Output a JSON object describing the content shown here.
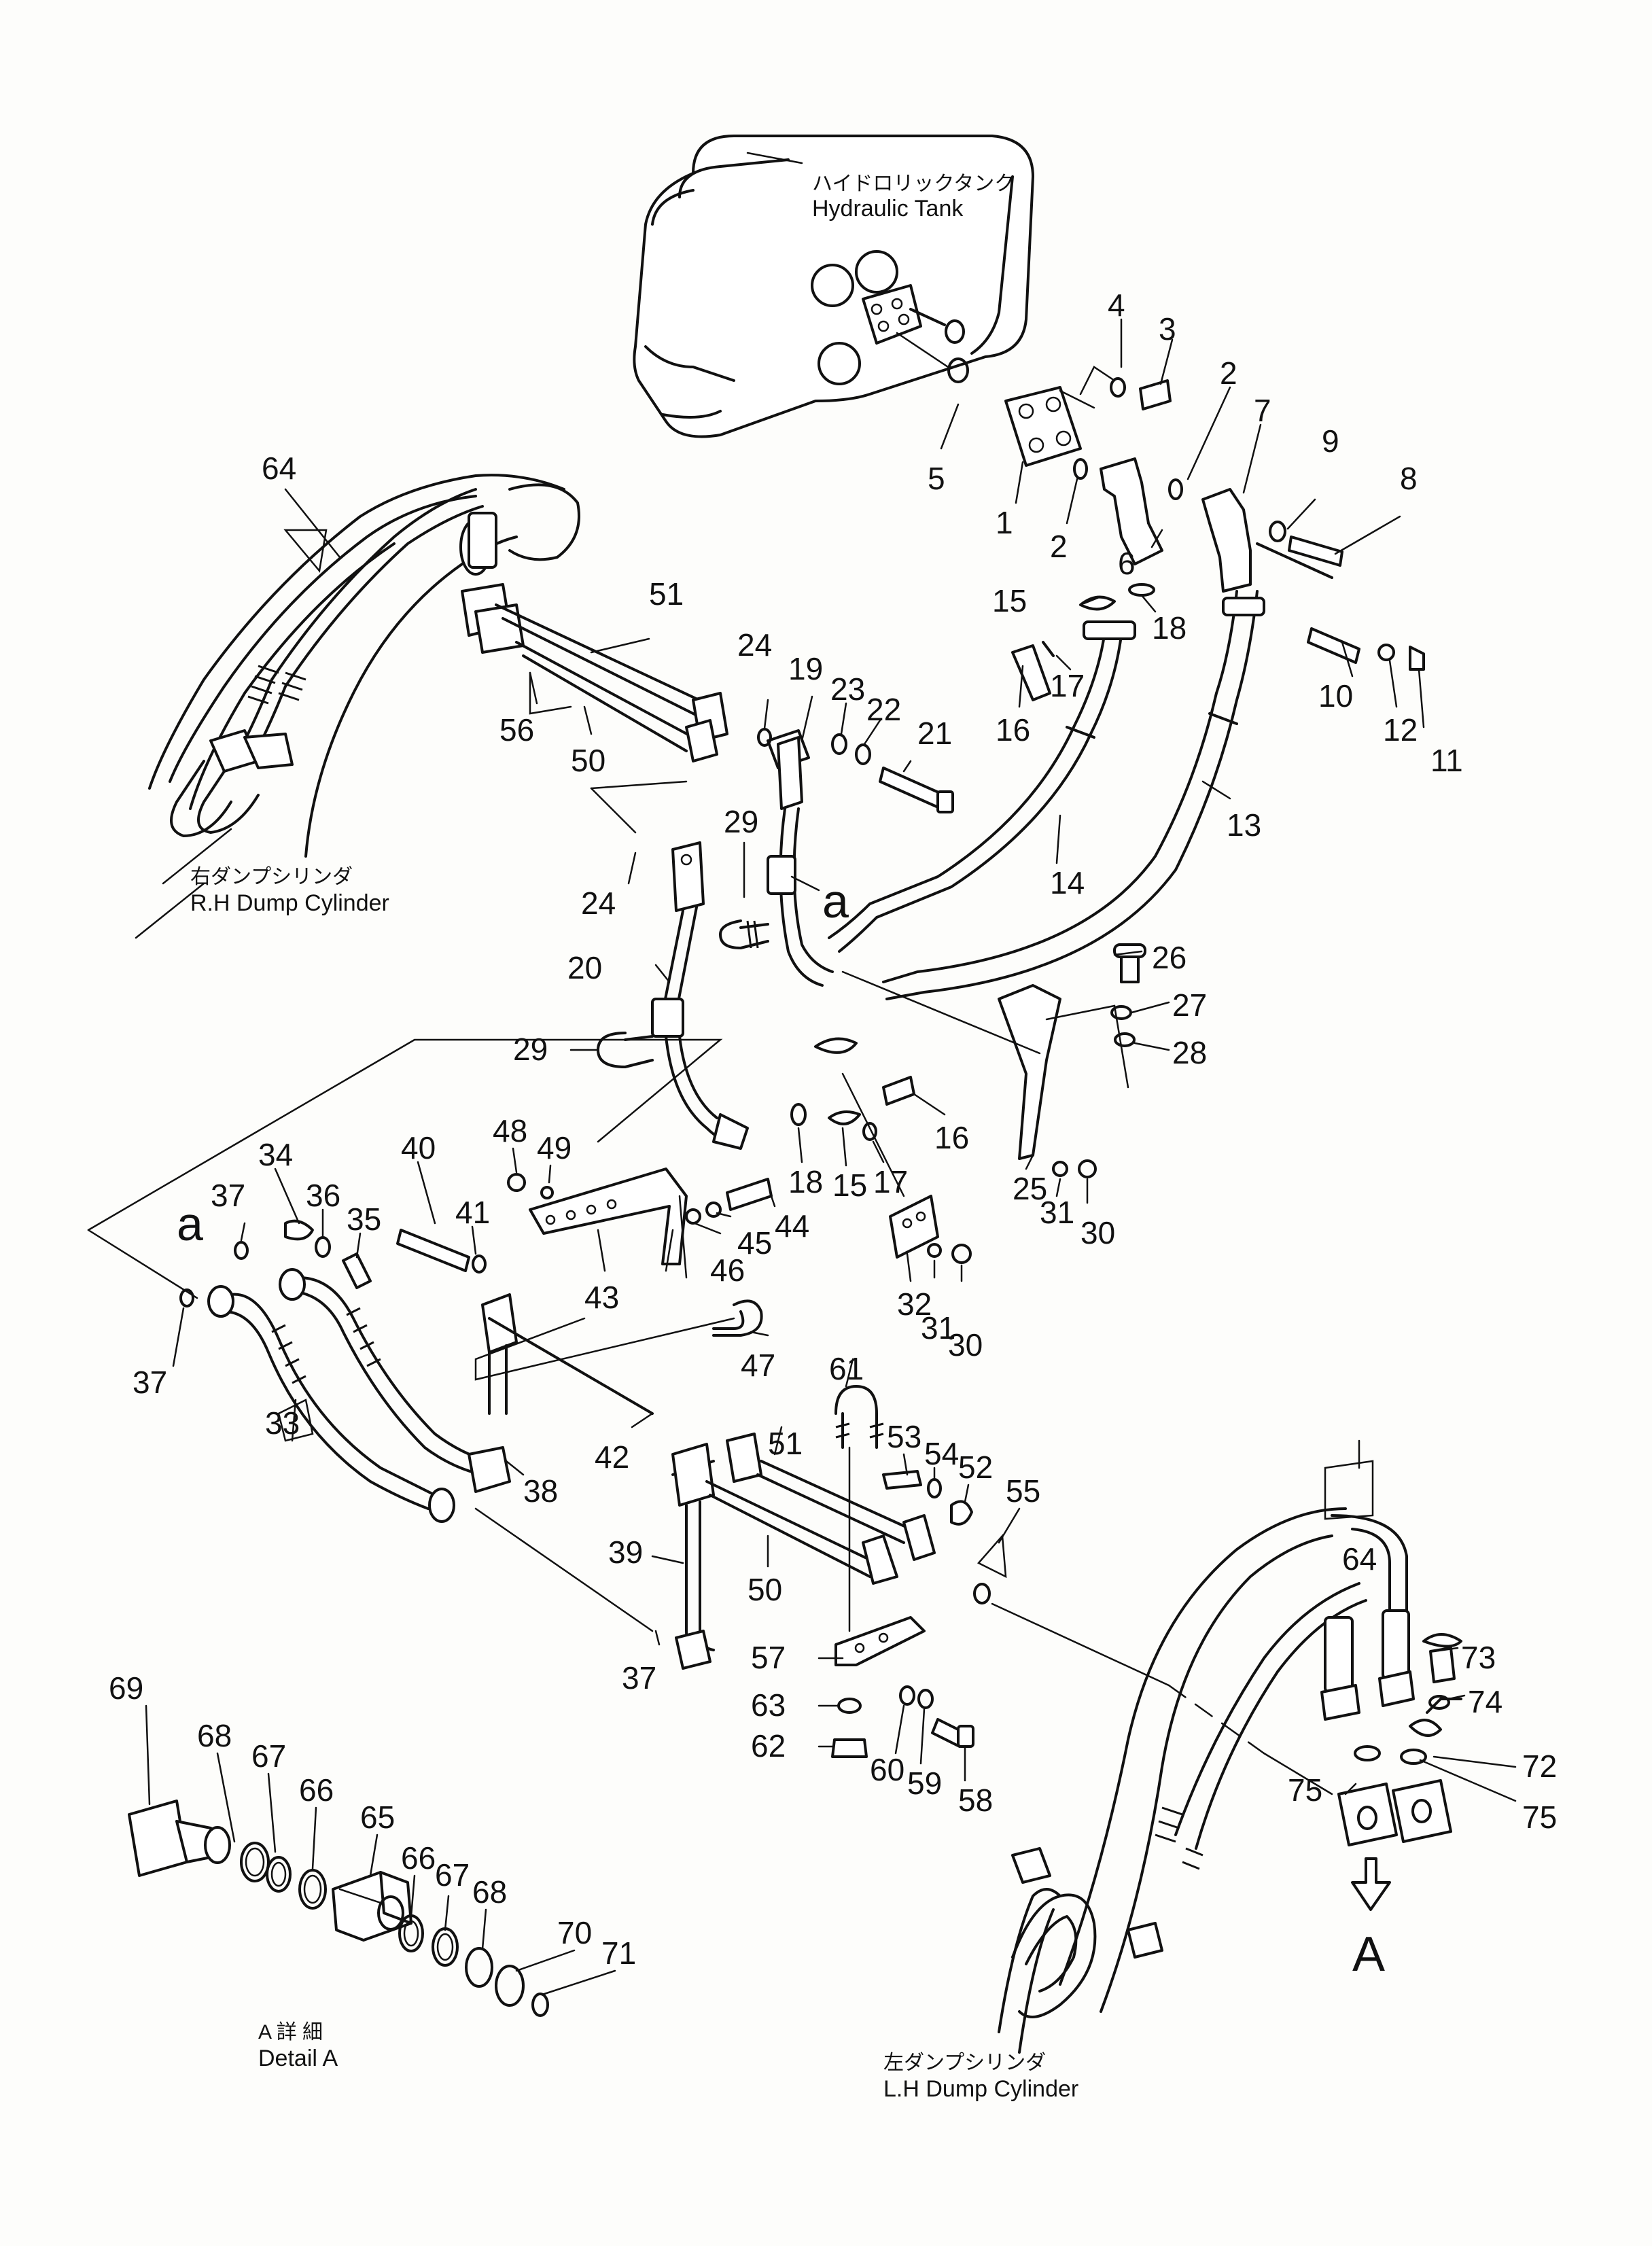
{
  "captions": {
    "tank_jp": "ハイドロリックタンク",
    "tank_en": "Hydraulic Tank",
    "rh_jp": "右ダンプシリンダ",
    "rh_en": "R.H Dump Cylinder",
    "lh_jp": "左ダンプシリンダ",
    "lh_en": "L.H Dump Cylinder",
    "detail_jp": "A 詳 細",
    "detail_en": "Detail A",
    "view_a": "A"
  },
  "callouts": [
    {
      "id": "c4",
      "label": "4"
    },
    {
      "id": "c3",
      "label": "3"
    },
    {
      "id": "c2a",
      "label": "2"
    },
    {
      "id": "c7",
      "label": "7"
    },
    {
      "id": "c5",
      "label": "5"
    },
    {
      "id": "c1",
      "label": "1"
    },
    {
      "id": "c2b",
      "label": "2"
    },
    {
      "id": "c6",
      "label": "6"
    },
    {
      "id": "c9",
      "label": "9"
    },
    {
      "id": "c8",
      "label": "8"
    },
    {
      "id": "c64a",
      "label": "64"
    },
    {
      "id": "c51a",
      "label": "51"
    },
    {
      "id": "c15a",
      "label": "15"
    },
    {
      "id": "c18a",
      "label": "18"
    },
    {
      "id": "c24a",
      "label": "24"
    },
    {
      "id": "c19",
      "label": "19"
    },
    {
      "id": "c23",
      "label": "23"
    },
    {
      "id": "c22",
      "label": "22"
    },
    {
      "id": "c21",
      "label": "21"
    },
    {
      "id": "c17a",
      "label": "17"
    },
    {
      "id": "c16a",
      "label": "16"
    },
    {
      "id": "c10",
      "label": "10"
    },
    {
      "id": "c12",
      "label": "12"
    },
    {
      "id": "c11",
      "label": "11"
    },
    {
      "id": "c56",
      "label": "56"
    },
    {
      "id": "c50a",
      "label": "50"
    },
    {
      "id": "c13",
      "label": "13"
    },
    {
      "id": "c14",
      "label": "14"
    },
    {
      "id": "c29a",
      "label": "29"
    },
    {
      "id": "ca1",
      "label": "a"
    },
    {
      "id": "c24b",
      "label": "24"
    },
    {
      "id": "c26",
      "label": "26"
    },
    {
      "id": "c20",
      "label": "20"
    },
    {
      "id": "c27",
      "label": "27"
    },
    {
      "id": "c28",
      "label": "28"
    },
    {
      "id": "c29b",
      "label": "29"
    },
    {
      "id": "c48",
      "label": "48"
    },
    {
      "id": "c18b",
      "label": "18"
    },
    {
      "id": "c16b",
      "label": "16"
    },
    {
      "id": "c15b",
      "label": "15"
    },
    {
      "id": "c17b",
      "label": "17"
    },
    {
      "id": "c49",
      "label": "49"
    },
    {
      "id": "c25",
      "label": "25"
    },
    {
      "id": "c31a",
      "label": "31"
    },
    {
      "id": "c30a",
      "label": "30"
    },
    {
      "id": "c34",
      "label": "34"
    },
    {
      "id": "c40",
      "label": "40"
    },
    {
      "id": "c37a",
      "label": "37"
    },
    {
      "id": "c36",
      "label": "36"
    },
    {
      "id": "c35",
      "label": "35"
    },
    {
      "id": "c41",
      "label": "41"
    },
    {
      "id": "c44",
      "label": "44"
    },
    {
      "id": "ca2",
      "label": "a"
    },
    {
      "id": "c45",
      "label": "45"
    },
    {
      "id": "c46",
      "label": "46"
    },
    {
      "id": "c43",
      "label": "43"
    },
    {
      "id": "c32",
      "label": "32"
    },
    {
      "id": "c31b",
      "label": "31"
    },
    {
      "id": "c30b",
      "label": "30"
    },
    {
      "id": "c47",
      "label": "47"
    },
    {
      "id": "c37b",
      "label": "37"
    },
    {
      "id": "c61",
      "label": "61"
    },
    {
      "id": "c33",
      "label": "33"
    },
    {
      "id": "c53",
      "label": "53"
    },
    {
      "id": "c54",
      "label": "54"
    },
    {
      "id": "c52",
      "label": "52"
    },
    {
      "id": "c51b",
      "label": "51"
    },
    {
      "id": "c42",
      "label": "42"
    },
    {
      "id": "c38",
      "label": "38"
    },
    {
      "id": "c55",
      "label": "55"
    },
    {
      "id": "c39",
      "label": "39"
    },
    {
      "id": "c50b",
      "label": "50"
    },
    {
      "id": "c64b",
      "label": "64"
    },
    {
      "id": "c37c",
      "label": "37"
    },
    {
      "id": "c57",
      "label": "57"
    },
    {
      "id": "c73",
      "label": "73"
    },
    {
      "id": "c69",
      "label": "69"
    },
    {
      "id": "c63",
      "label": "63"
    },
    {
      "id": "c74",
      "label": "74"
    },
    {
      "id": "c68a",
      "label": "68"
    },
    {
      "id": "c67a",
      "label": "67"
    },
    {
      "id": "c62",
      "label": "62"
    },
    {
      "id": "c60",
      "label": "60"
    },
    {
      "id": "c59",
      "label": "59"
    },
    {
      "id": "c58",
      "label": "58"
    },
    {
      "id": "c66a",
      "label": "66"
    },
    {
      "id": "c72",
      "label": "72"
    },
    {
      "id": "c75a",
      "label": "75"
    },
    {
      "id": "c65",
      "label": "65"
    },
    {
      "id": "c75b",
      "label": "75"
    },
    {
      "id": "c66b",
      "label": "66"
    },
    {
      "id": "c67b",
      "label": "67"
    },
    {
      "id": "c68b",
      "label": "68"
    },
    {
      "id": "c70",
      "label": "70"
    },
    {
      "id": "c71",
      "label": "71"
    }
  ]
}
